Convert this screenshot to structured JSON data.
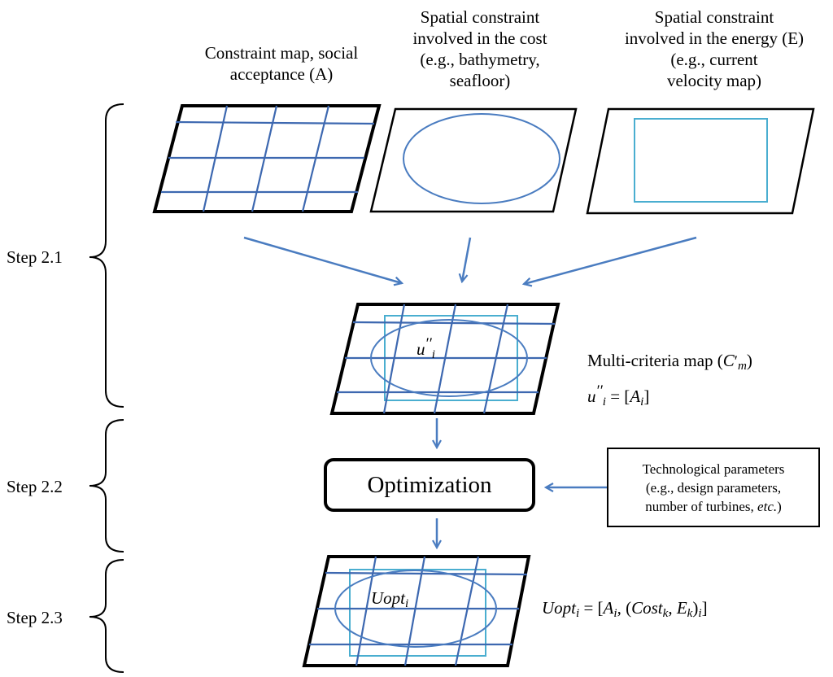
{
  "header": {
    "map_a_label": [
      "Constraint map, social",
      "acceptance (A)"
    ],
    "map_cost_label": [
      "Spatial constraint",
      "involved in the cost",
      "(e.g., bathymetry,",
      "seafloor)"
    ],
    "map_energy_label": [
      "Spatial constraint",
      "involved in the energy (E)",
      "(e.g., current",
      "velocity map)"
    ]
  },
  "steps": {
    "step_1": "Step 2.1",
    "step_2": "Step 2.2",
    "step_3": "Step 2.3"
  },
  "multicriteria": {
    "cell_u_base": "u",
    "cell_u_primes": "′′",
    "cell_u_sub": "i",
    "title_text": "Multi-criteria map (",
    "title_var": "C",
    "title_prime": "′",
    "title_sub": "m",
    "title_close": ")",
    "eq_lhs_base": "u",
    "eq_lhs_primes": "′′",
    "eq_lhs_sub": "i",
    "eq_mid": " = [",
    "eq_var": "A",
    "eq_var_sub": "i",
    "eq_close": "]"
  },
  "optimization": {
    "label": "Optimization"
  },
  "technology": {
    "line1": "Technological parameters",
    "line2": "(e.g., design parameters,",
    "line3_pre": "number of turbines, ",
    "line3_etc": "etc.",
    "line3_post": ")"
  },
  "result": {
    "cell_base": "Uopt",
    "cell_sub": "i",
    "eq_lhs": "Uopt",
    "eq_lhs_sub": "i",
    "eq_open": " = [",
    "eq_a": "A",
    "eq_a_sub": "i",
    "eq_sep": ", (",
    "eq_cost": "Cost",
    "eq_cost_sub": "k",
    "eq_comma": ", ",
    "eq_e": "E",
    "eq_e_sub": "k",
    "eq_paren": ")",
    "eq_i_sub": "i",
    "eq_close": "]"
  },
  "colors": {
    "grid_blue": "#3d68b0",
    "ellipse_blue": "#4a7cc0",
    "rect_cyan": "#4aaed0",
    "arrow_blue": "#4a7cc0",
    "outline": "#000000"
  }
}
